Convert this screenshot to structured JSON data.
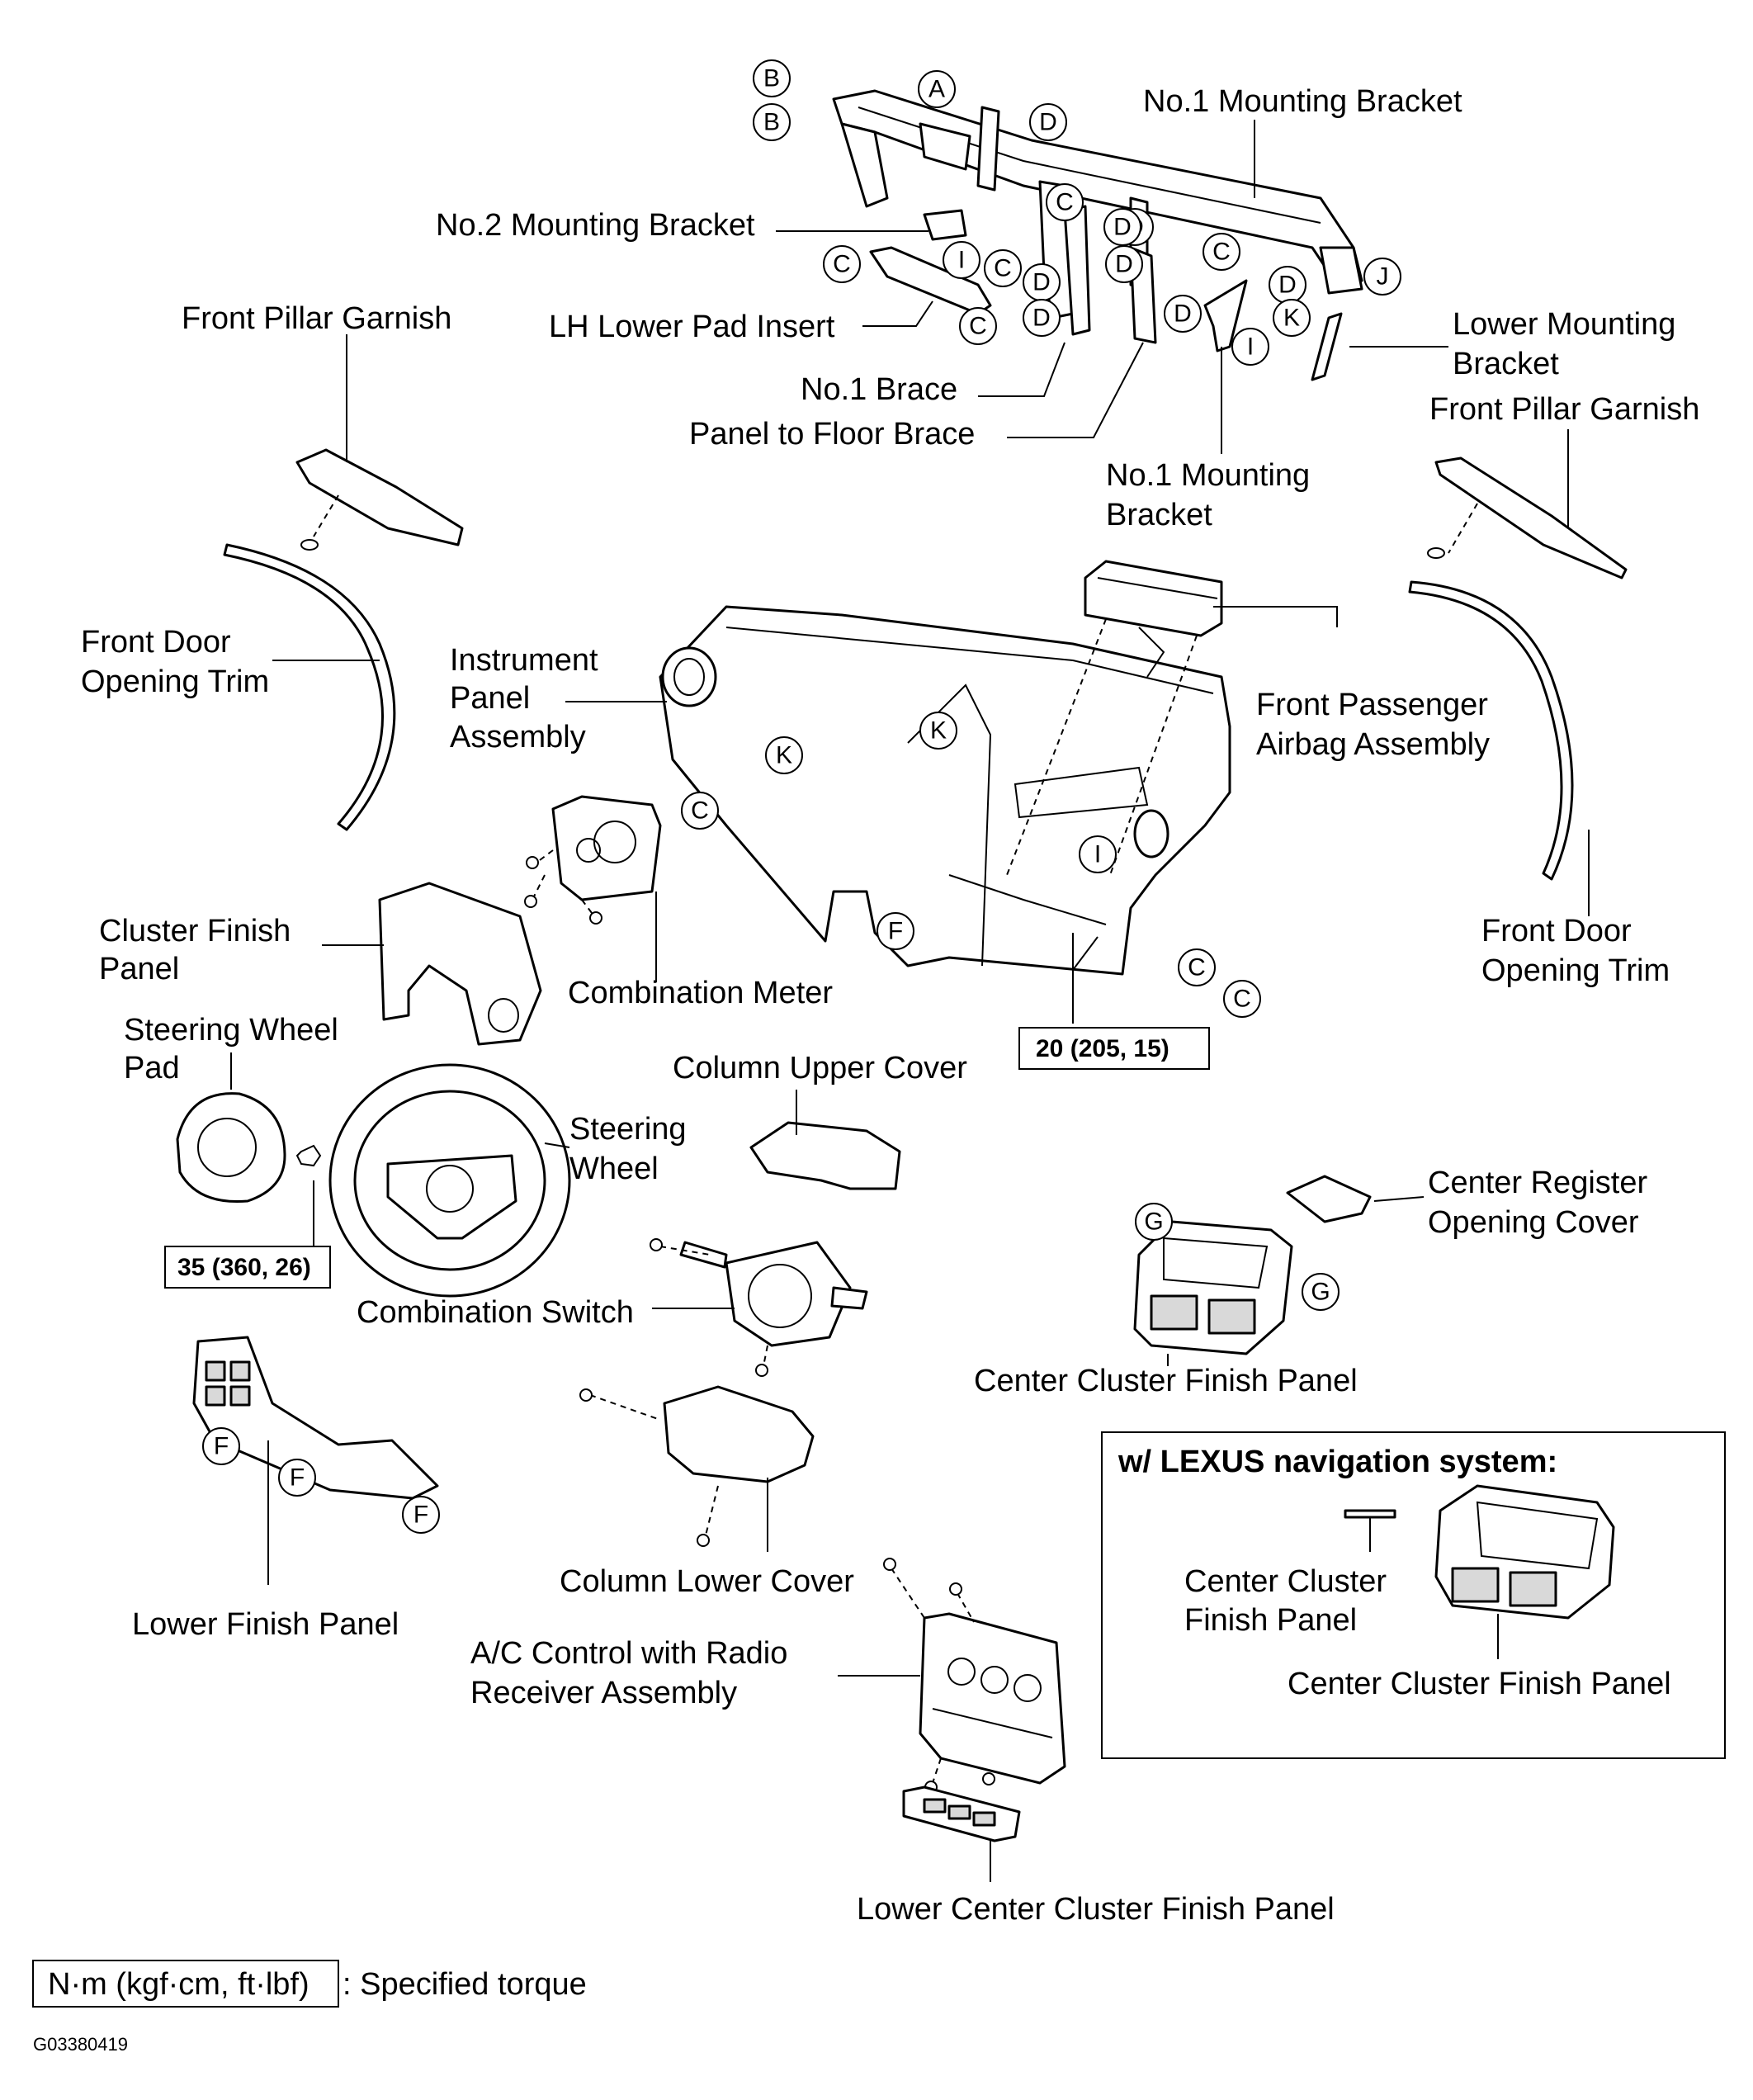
{
  "labels": {
    "no1_mounting_bracket_top": "No.1 Mounting Bracket",
    "no2_mounting_bracket": "No.2 Mounting Bracket",
    "front_pillar_garnish_left": "Front Pillar Garnish",
    "lh_lower_pad_insert": "LH Lower Pad Insert",
    "lower_mounting_bracket_1": "Lower Mounting",
    "lower_mounting_bracket_2": "Bracket",
    "front_pillar_garnish_right": "Front Pillar Garnish",
    "no1_brace": "No.1 Brace",
    "panel_to_floor_brace": "Panel to Floor Brace",
    "no1_mounting_bracket_mid_1": "No.1 Mounting",
    "no1_mounting_bracket_mid_2": "Bracket",
    "front_door_opening_trim_left_1": "Front Door",
    "front_door_opening_trim_left_2": "Opening Trim",
    "instrument_panel_1": "Instrument",
    "instrument_panel_2": "Panel",
    "instrument_panel_3": "Assembly",
    "front_passenger_airbag_1": "Front Passenger",
    "front_passenger_airbag_2": "Airbag Assembly",
    "cluster_finish_panel_1": "Cluster Finish",
    "cluster_finish_panel_2": "Panel",
    "combination_meter": "Combination Meter",
    "front_door_opening_trim_right_1": "Front Door",
    "front_door_opening_trim_right_2": "Opening Trim",
    "steering_wheel_pad_1": "Steering Wheel",
    "steering_wheel_pad_2": "Pad",
    "column_upper_cover": "Column Upper Cover",
    "steering_wheel_1": "Steering",
    "steering_wheel_2": "Wheel",
    "center_register_cover_1": "Center Register",
    "center_register_cover_2": "Opening Cover",
    "combination_switch": "Combination Switch",
    "center_cluster_finish_panel": "Center Cluster Finish Panel",
    "lower_finish_panel": "Lower Finish Panel",
    "column_lower_cover": "Column Lower Cover",
    "ac_control_1": "A/C Control with Radio",
    "ac_control_2": "Receiver Assembly",
    "lower_center_cluster_finish_panel": "Lower Center Cluster Finish Panel",
    "nav_title": "w/ LEXUS navigation system:",
    "nav_center_cluster_1": "Center Cluster",
    "nav_center_cluster_2": "Finish Panel",
    "nav_center_cluster_finish_panel": "Center Cluster Finish Panel"
  },
  "torque": {
    "instrument_panel_bolts": "20 (205, 15)",
    "steering_wheel_nut": "35 (360, 26)"
  },
  "legend": {
    "unit_box": "N·m (kgf·cm, ft·lbf)",
    "description": ": Specified torque"
  },
  "figure_code": "G03380419",
  "markers": [
    {
      "letter": "B"
    },
    {
      "letter": "B"
    },
    {
      "letter": "A"
    },
    {
      "letter": "D"
    },
    {
      "letter": "C"
    },
    {
      "letter": "D"
    },
    {
      "letter": "C"
    },
    {
      "letter": "I"
    },
    {
      "letter": "C"
    },
    {
      "letter": "C"
    },
    {
      "letter": "D"
    },
    {
      "letter": "D"
    },
    {
      "letter": "D"
    },
    {
      "letter": "D"
    },
    {
      "letter": "J"
    },
    {
      "letter": "C"
    },
    {
      "letter": "D"
    },
    {
      "letter": "D"
    },
    {
      "letter": "I"
    },
    {
      "letter": "K"
    },
    {
      "letter": "K"
    },
    {
      "letter": "K"
    },
    {
      "letter": "C"
    },
    {
      "letter": "I"
    },
    {
      "letter": "F"
    },
    {
      "letter": "C"
    },
    {
      "letter": "C"
    },
    {
      "letter": "G"
    },
    {
      "letter": "G"
    },
    {
      "letter": "F"
    },
    {
      "letter": "F"
    },
    {
      "letter": "F"
    }
  ]
}
